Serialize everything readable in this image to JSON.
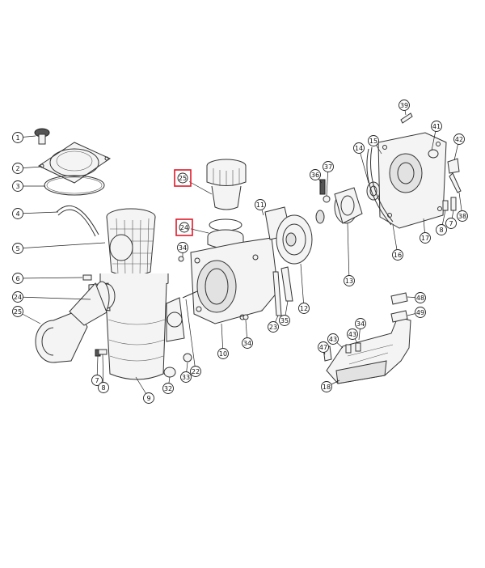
{
  "diagram": {
    "highlight_color": "#e0192a",
    "callouts": [
      {
        "id": "c1",
        "label": "1"
      },
      {
        "id": "c2",
        "label": "2"
      },
      {
        "id": "c3",
        "label": "3"
      },
      {
        "id": "c4",
        "label": "4"
      },
      {
        "id": "c5",
        "label": "5"
      },
      {
        "id": "c6",
        "label": "6"
      },
      {
        "id": "c24a",
        "label": "24"
      },
      {
        "id": "c25a",
        "label": "25"
      },
      {
        "id": "c7a",
        "label": "7"
      },
      {
        "id": "c8a",
        "label": "8"
      },
      {
        "id": "c9",
        "label": "9"
      },
      {
        "id": "c32",
        "label": "32"
      },
      {
        "id": "c33",
        "label": "33"
      },
      {
        "id": "c22",
        "label": "22"
      },
      {
        "id": "c25h",
        "label": "25"
      },
      {
        "id": "c24h",
        "label": "24"
      },
      {
        "id": "c34a",
        "label": "34"
      },
      {
        "id": "c10",
        "label": "10"
      },
      {
        "id": "c11",
        "label": "11"
      },
      {
        "id": "c23",
        "label": "23"
      },
      {
        "id": "c35",
        "label": "35"
      },
      {
        "id": "c34b",
        "label": "34"
      },
      {
        "id": "c12",
        "label": "12"
      },
      {
        "id": "c36",
        "label": "36"
      },
      {
        "id": "c37",
        "label": "37"
      },
      {
        "id": "c13",
        "label": "13"
      },
      {
        "id": "c14",
        "label": "14"
      },
      {
        "id": "c15",
        "label": "15"
      },
      {
        "id": "c16",
        "label": "16"
      },
      {
        "id": "c39",
        "label": "39"
      },
      {
        "id": "c41",
        "label": "41"
      },
      {
        "id": "c42",
        "label": "42"
      },
      {
        "id": "c17",
        "label": "17"
      },
      {
        "id": "c8b",
        "label": "8"
      },
      {
        "id": "c7b",
        "label": "7"
      },
      {
        "id": "c38",
        "label": "38"
      },
      {
        "id": "c48",
        "label": "48"
      },
      {
        "id": "c49",
        "label": "49"
      },
      {
        "id": "c43a",
        "label": "43"
      },
      {
        "id": "c43b",
        "label": "43"
      },
      {
        "id": "c34c",
        "label": "34"
      },
      {
        "id": "c47",
        "label": "47"
      },
      {
        "id": "c18",
        "label": "18"
      }
    ]
  }
}
